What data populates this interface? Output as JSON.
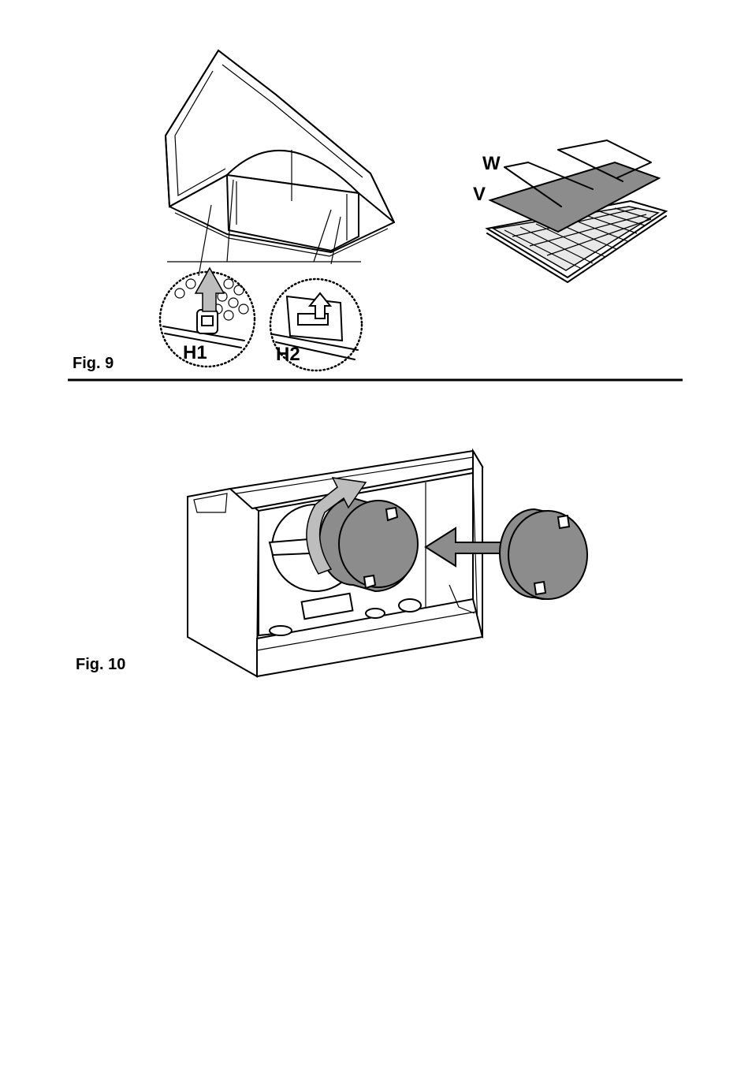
{
  "fig9": {
    "caption": "Fig. 9",
    "labels": {
      "h1": "H1",
      "h2": "H2",
      "w": "W",
      "v": "V"
    }
  },
  "fig10": {
    "caption": "Fig. 10"
  },
  "colors": {
    "filter_gray": "#8c8c8c",
    "light_gray": "#bdbdbd",
    "ink": "#000000"
  }
}
